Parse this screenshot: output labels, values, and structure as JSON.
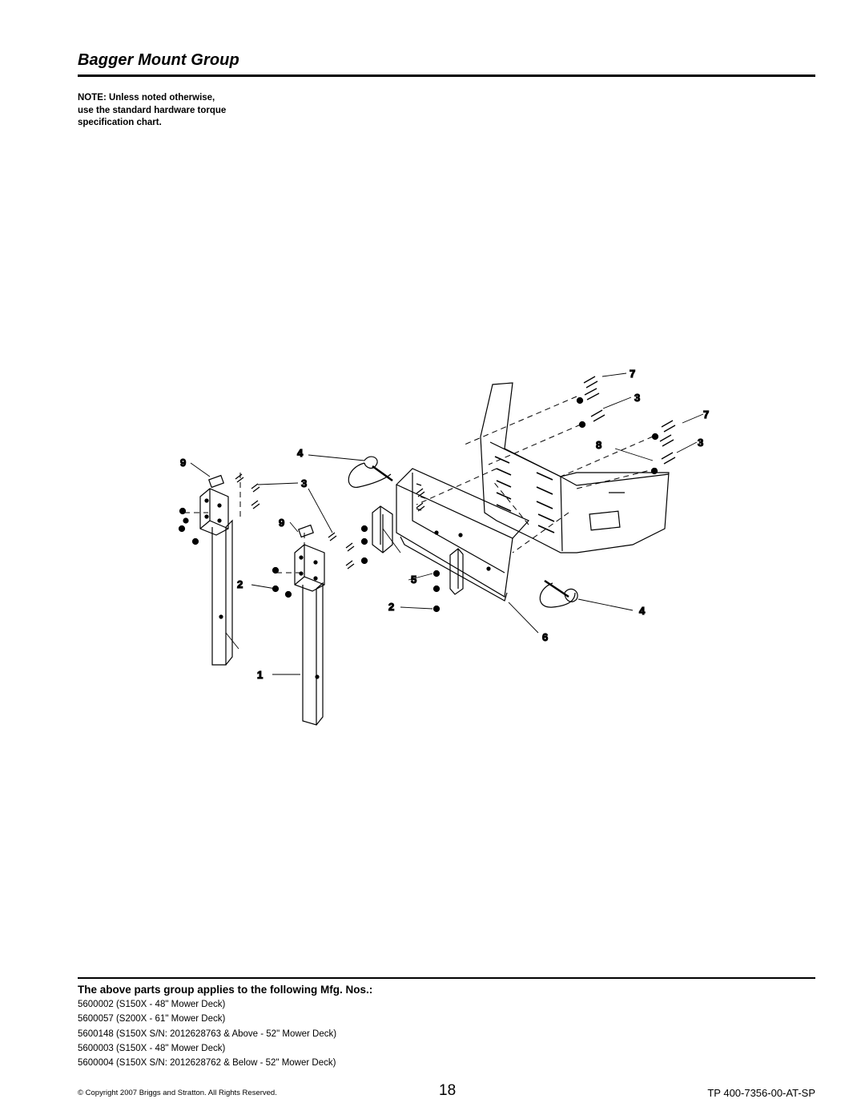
{
  "page": {
    "title": "Bagger Mount Group",
    "note_lines": [
      "NOTE: Unless noted otherwise,",
      "use the standard hardware torque",
      "specification chart."
    ]
  },
  "diagram": {
    "callouts": {
      "c7a": "7",
      "c3a": "3",
      "c7b": "7",
      "c8": "8",
      "c3b": "3",
      "c9a": "9",
      "c4a": "4",
      "c3c": "3",
      "c9b": "9",
      "c2a": "2",
      "c5": "5",
      "c2b": "2",
      "c4b": "4",
      "c6": "6",
      "c1": "1"
    }
  },
  "applies": {
    "heading": "The above parts group applies to the following Mfg. Nos.:",
    "models": [
      "5600002 (S150X  - 48\" Mower Deck)",
      "5600057 (S200X - 61\" Mower Deck)",
      "5600148 (S150X S/N: 2012628763 & Above - 52\" Mower Deck)",
      "5600003 (S150X  - 48\" Mower Deck)",
      "5600004 (S150X S/N: 2012628762 & Below - 52\" Mower Deck)"
    ]
  },
  "footer": {
    "copyright": "© Copyright  2007 Briggs and Stratton. All Rights Reserved.",
    "page_number": "18",
    "doc_number": "TP 400-7356-00-AT-SP"
  }
}
